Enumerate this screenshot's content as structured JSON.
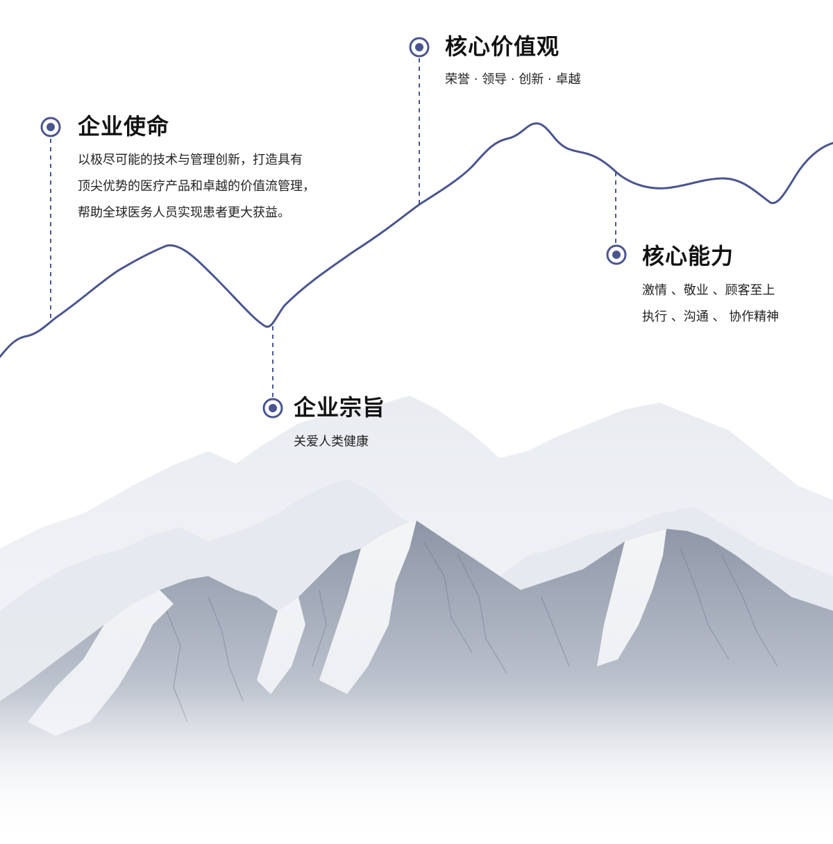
{
  "colors": {
    "accent": "#4a5590",
    "title": "#121212",
    "text": "#222222",
    "mountain_shadow": "#6b7588",
    "mountain_light": "#dfe3ea"
  },
  "icons": {
    "marker": "target-dot-icon"
  },
  "sections": {
    "mission": {
      "title": "企业使命",
      "lines": [
        "以极尽可能的技术与管理创新，打造具有",
        "顶尖优势的医疗产品和卓越的价值流管理，",
        "帮助全球医务人员实现患者更大获益。"
      ]
    },
    "purpose": {
      "title": "企业宗旨",
      "lines": [
        "关爱人类健康"
      ]
    },
    "values": {
      "title": "核心价值观",
      "lines": [
        "荣誉 · 领导 · 创新 · 卓越"
      ]
    },
    "capability": {
      "title": "核心能力",
      "lines": [
        "激情 、敬业 、顾客至上",
        "执行 、沟通 、 协作精神"
      ]
    }
  }
}
